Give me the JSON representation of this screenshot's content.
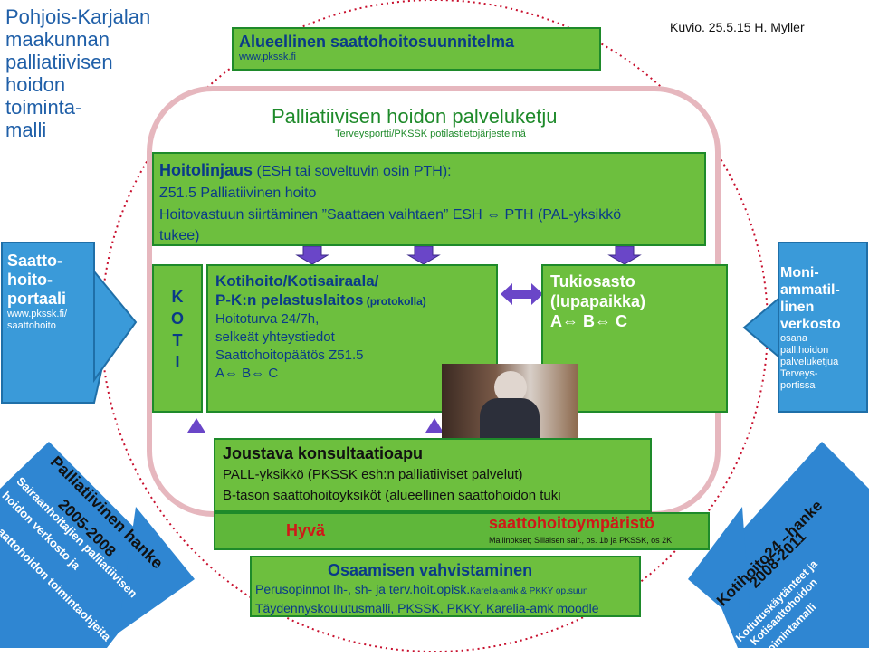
{
  "colors": {
    "green": "#6dbf3e",
    "blue": "#3a9ad9",
    "title_blue": "#1f5fa8",
    "red": "#d01818",
    "pink_border": "#e8b4bb"
  },
  "left_title": [
    "Pohjois-Karjalan",
    "maakunnan",
    "palliatiivisen",
    "hoidon",
    "toiminta-",
    "malli"
  ],
  "top_left_box": {
    "title": "Alueellinen saattohoitosuunnitelma",
    "url": "www.pkssk.fi"
  },
  "credit": "Kuvio. 25.5.15 H. Myller",
  "chain": {
    "title": "Palliatiivisen hoidon palveluketju",
    "subtitle": "Terveysportti/PKSSK potilastietojärjestelmä"
  },
  "hoitolinjaus": {
    "lead": "Hoitolinjaus",
    "lead_rest": " (ESH tai soveltuvin osin PTH):",
    "line2": "Z51.5 Palliatiivinen hoito",
    "line3": "Hoitovastuun siirtäminen ”Saattaen vaihtaen” ESH ⇔ PTH (PAL-yksikkö",
    "line4": "tukee)"
  },
  "portal": {
    "lines": [
      "Saatto-",
      "hoito-",
      "portaali"
    ],
    "url1": "www.pkssk.fi/",
    "url2": "saattohoito"
  },
  "koti": [
    "K",
    "O",
    "T",
    "I"
  ],
  "kotihoito": {
    "line1": "Kotihoito/Kotisairaala/",
    "line2_bold": "P-K:n pelastuslaitos",
    "line2_small": " (protokolla)",
    "line3": "Hoitoturva 24/7h,",
    "line4": "selkeät yhteystiedot",
    "line5": "Saattohoitopäätös Z51.5",
    "line6": "A⇔ B⇔ C"
  },
  "tukiosasto": {
    "line1": "Tukiosasto",
    "line2": "(lupapaikka)",
    "line3": "A⇔ B⇔ C"
  },
  "moni": {
    "lines": [
      "Moni-",
      "ammatil-",
      "linen",
      "verkosto"
    ],
    "small": [
      "osana",
      "pall.hoidon",
      "palveluketjua",
      "Terveys-",
      "portissa"
    ]
  },
  "joustava": {
    "title": "Joustava konsultaatioapu",
    "line1": "PALL-yksikkö (PKSSK esh:n palliatiiviset palvelut)",
    "line2": "B-tason saattohoitoyksiköt (alueellinen saattohoidon tuki"
  },
  "hyva": "Hyvä",
  "saattohoitoymparisto": "saattohoitoympäristö",
  "ymparisto_small": "Mallinokset;  Siilaisen sair., os. 1b ja PKSSK, os 2K",
  "osaaminen": {
    "title": "Osaamisen vahvistaminen",
    "line1_a": "Perusopinnot lh-, sh- ja terv.hoit.opisk.",
    "line1_b": "Karelia-amk & PKKY op.suun",
    "line2": "Täydennyskoulutusmalli, PKSSK, PKKY, Karelia-amk moodle"
  },
  "left_arrow": {
    "l1": "Palliatiivinen hanke",
    "l2": "2005-2008",
    "l3": "Sairaanhoitajien palliatiivisen",
    "l4": "hoidon verkosto ja",
    "l5": "saattohoidon toimintaohjeita"
  },
  "right_arrow": {
    "l1": "Kotihoito24 –hanke",
    "l2": "2008-2011",
    "l3": "Kotiutuskäytänteet ja",
    "l4": "Kotisaattohoidon",
    "l5": "toimintamalli"
  }
}
